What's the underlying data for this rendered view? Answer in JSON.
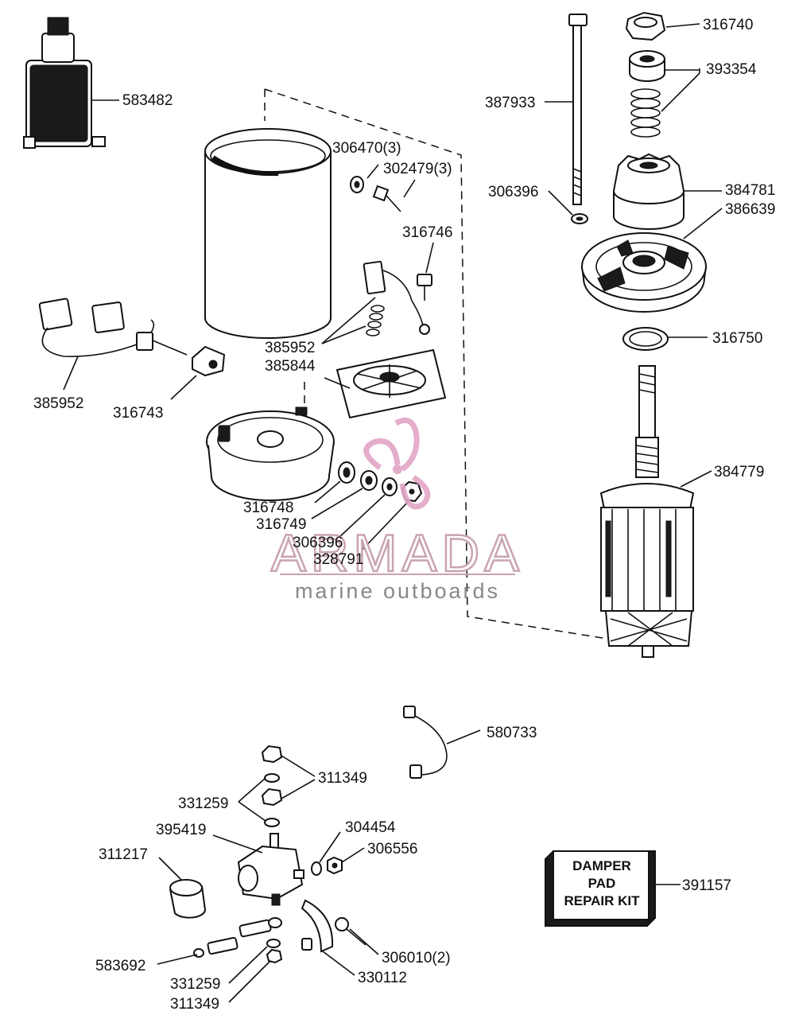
{
  "callouts": {
    "p583482": "583482",
    "p306470": "306470(3)",
    "p302479": "302479(3)",
    "p316746": "316746",
    "p385952a": "385952",
    "p385844": "385844",
    "p385952b": "385952",
    "p316743": "316743",
    "p316748": "316748",
    "p316749": "316749",
    "p306396a": "306396",
    "p328791": "328791",
    "p316740": "316740",
    "p393354": "393354",
    "p387933": "387933",
    "p306396b": "306396",
    "p384781": "384781",
    "p386639": "386639",
    "p316750": "316750",
    "p384779": "384779",
    "p580733": "580733",
    "p311349a": "311349",
    "p331259a": "331259",
    "p395419": "395419",
    "p304454": "304454",
    "p311217": "311217",
    "p306556": "306556",
    "p391157": "391157",
    "p583692": "583692",
    "p306010": "306010(2)",
    "p330112": "330112",
    "p331259b": "331259",
    "p311349b": "311349"
  },
  "kit_box": {
    "line1": "DAMPER",
    "line2": "PAD",
    "line3": "REPAIR KIT"
  },
  "watermark": {
    "brand": "ARMADA",
    "tagline": "marine outboards",
    "brand_color": "#c9a3b4",
    "accent_color": "#e2a5c5"
  }
}
